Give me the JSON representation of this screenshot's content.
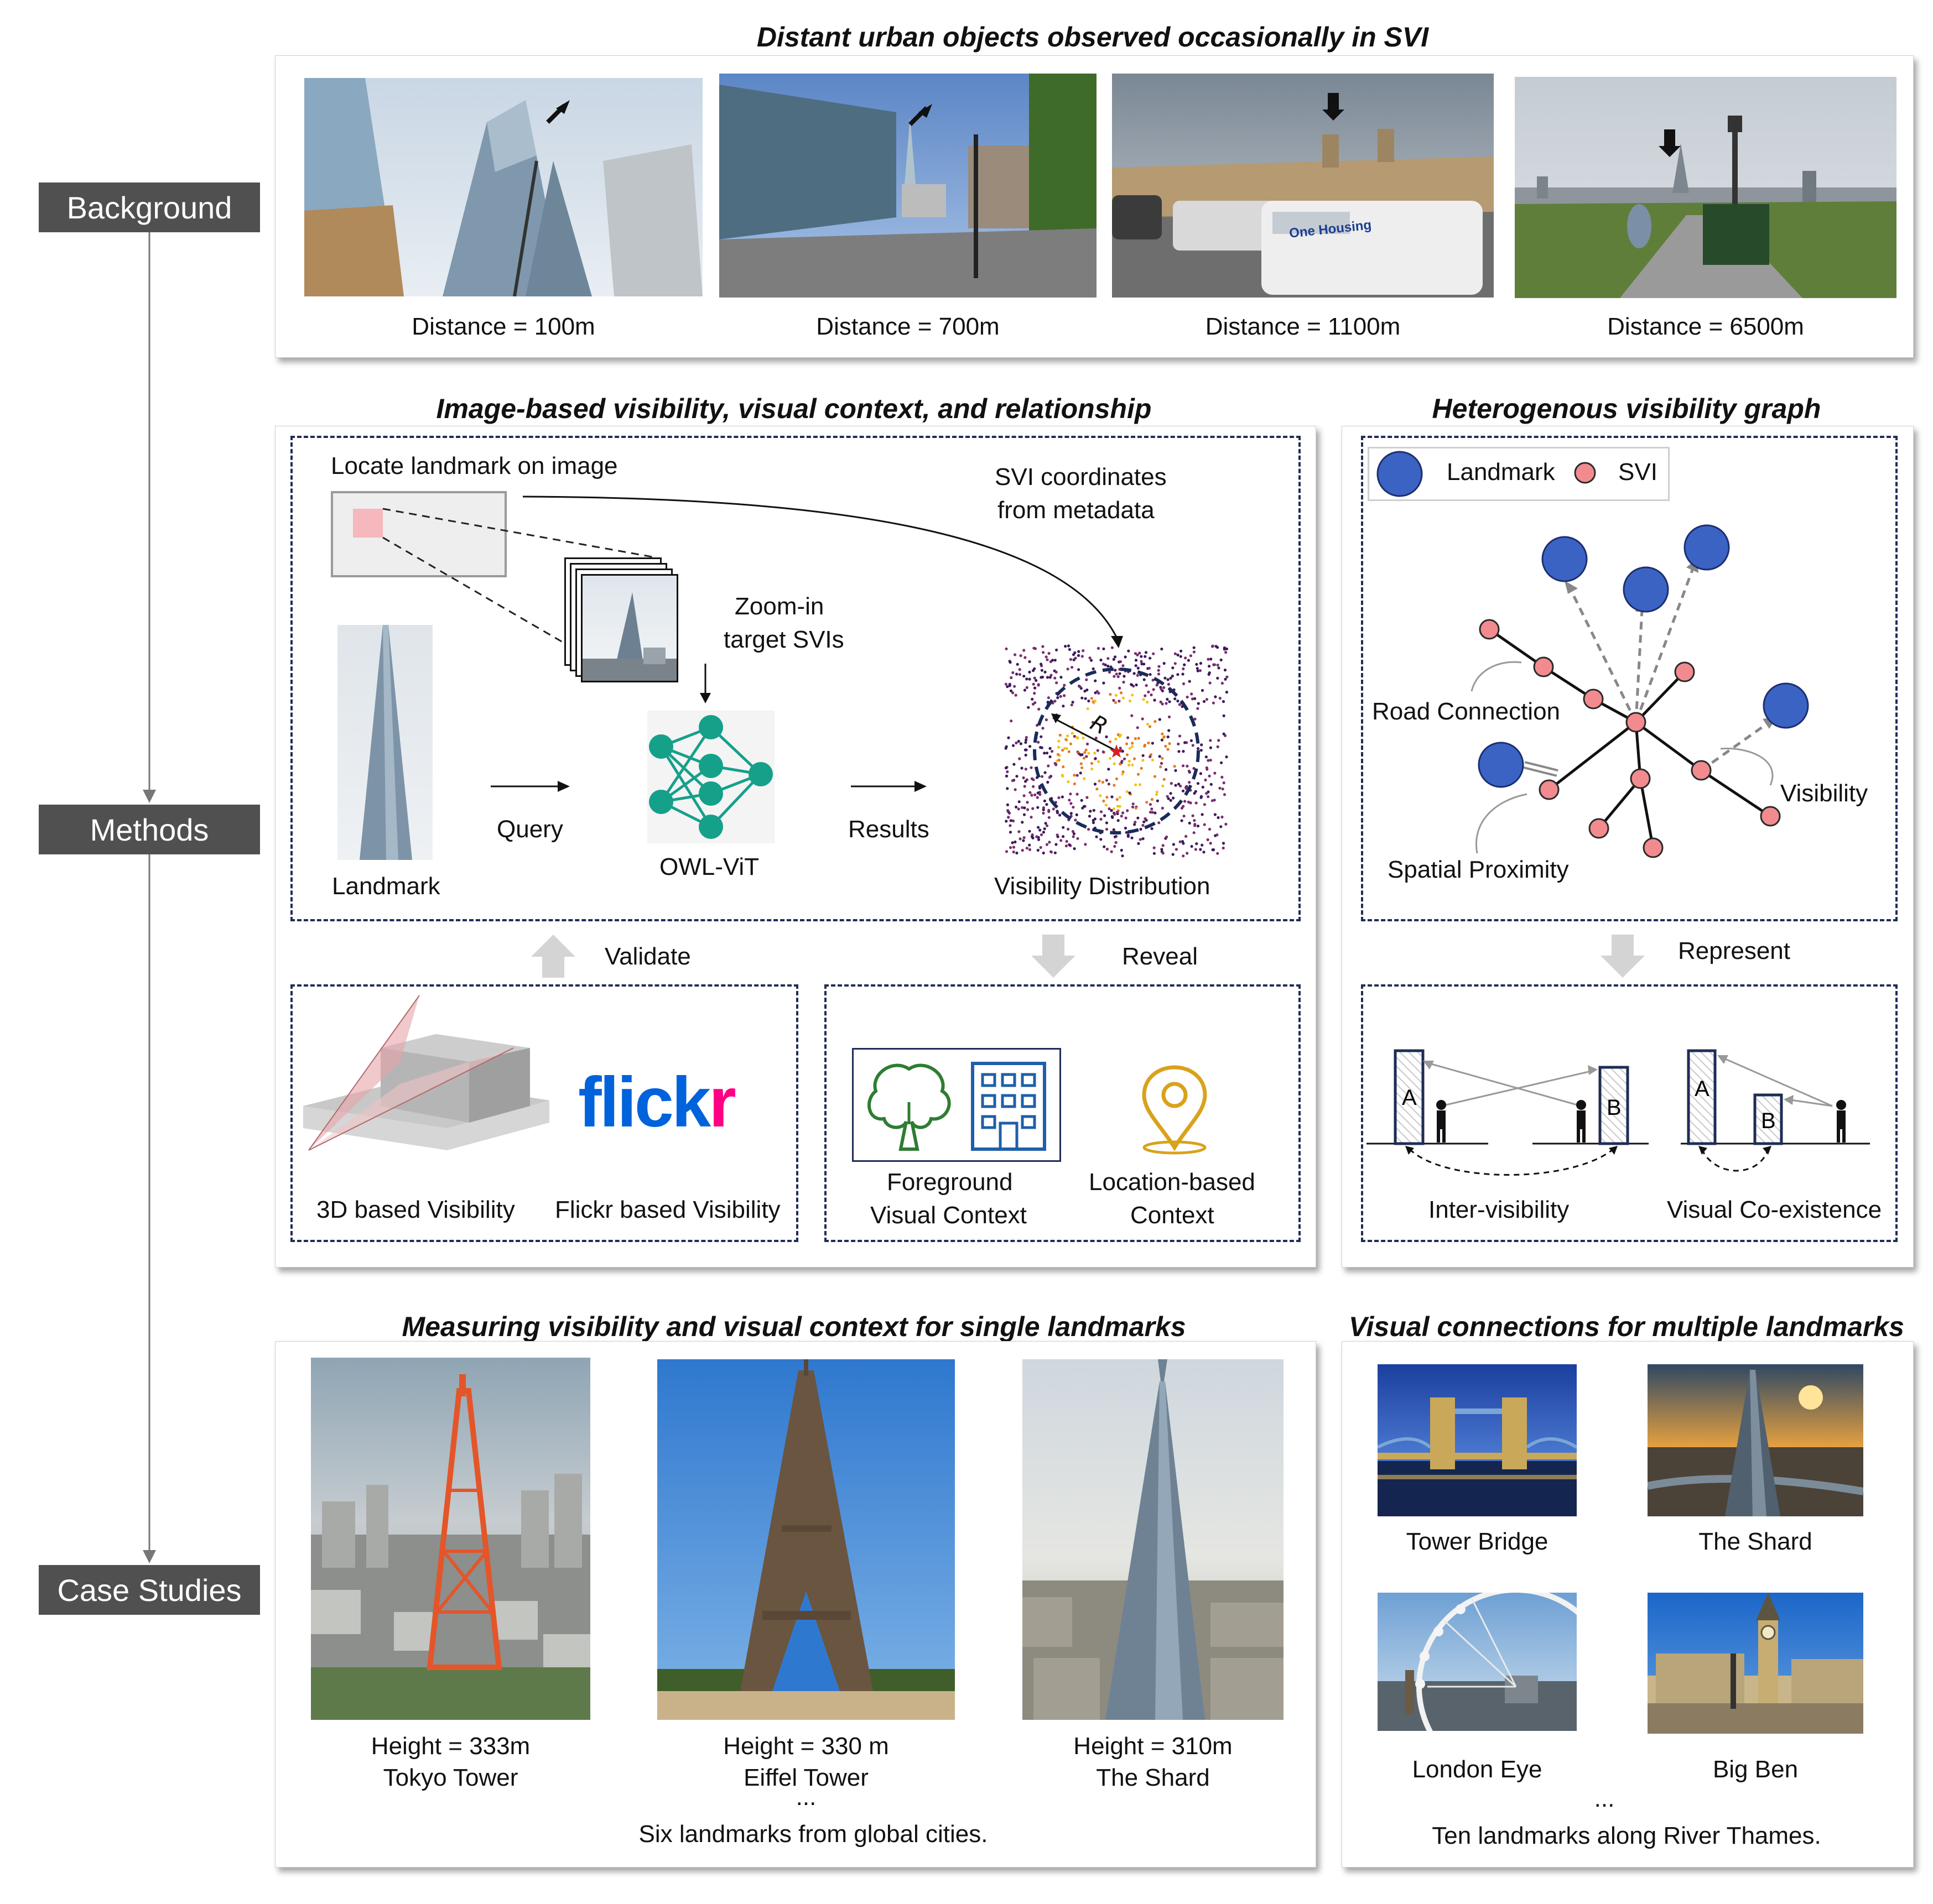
{
  "stages": {
    "background": "Background",
    "methods": "Methods",
    "case_studies": "Case Studies"
  },
  "background": {
    "title": "Distant urban objects observed occasionally in SVI",
    "images": [
      {
        "caption": "Distance = 100m"
      },
      {
        "caption": "Distance = 700m"
      },
      {
        "caption": "Distance = 1100m",
        "van_text": "One Housing"
      },
      {
        "caption": "Distance = 6500m"
      }
    ]
  },
  "methods": {
    "left_title": "Image-based visibility, visual context, and relationship",
    "right_title": "Heterogenous visibility graph",
    "locate": "Locate landmark on image",
    "svi_coords_1": "SVI coordinates",
    "svi_coords_2": "from metadata",
    "zoom_1": "Zoom-in",
    "zoom_2": "target SVIs",
    "landmark": "Landmark",
    "query": "Query",
    "owlvit": "OWL-ViT",
    "results": "Results",
    "radius": "R",
    "vis_dist": "Visibility Distribution",
    "validate": "Validate",
    "reveal": "Reveal",
    "vis3d": "3D based Visibility",
    "flickr_logo": "flickr",
    "flickr_vis": "Flickr based Visibility",
    "fg_1": "Foreground",
    "fg_2": "Visual Context",
    "loc_1": "Location-based",
    "loc_2": "Context",
    "legend_landmark": "Landmark",
    "legend_svi": "SVI",
    "road": "Road Connection",
    "visibility": "Visibility",
    "spatial": "Spatial Proximity",
    "represent": "Represent",
    "inter": "Inter-visibility",
    "coexist": "Visual Co-existence",
    "bld_a": "A",
    "bld_b": "B"
  },
  "cases": {
    "left_title": "Measuring visibility and visual context for single landmarks",
    "right_title": "Visual connections for multiple landmarks",
    "single": [
      {
        "height": "Height = 333m",
        "name": "Tokyo Tower"
      },
      {
        "height": "Height = 330 m",
        "name": "Eiffel Tower"
      },
      {
        "height": "Height = 310m",
        "name": "The Shard"
      }
    ],
    "ellipsis": "...",
    "single_note": "Six landmarks from global cities.",
    "multi": [
      "Tower Bridge",
      "The Shard",
      "London Eye",
      "Big Ben"
    ],
    "multi_note": "Ten landmarks along River Thames."
  },
  "colors": {
    "landmark": "#3b63c4",
    "svi": "#f28b8f",
    "tree_green": "#2e7d32",
    "building_blue": "#1f5fa8",
    "pin_gold": "#d9a21b",
    "dash_navy": "#1f2d55",
    "flickr_blue": "#0063dc",
    "flickr_pink": "#ff0084"
  }
}
